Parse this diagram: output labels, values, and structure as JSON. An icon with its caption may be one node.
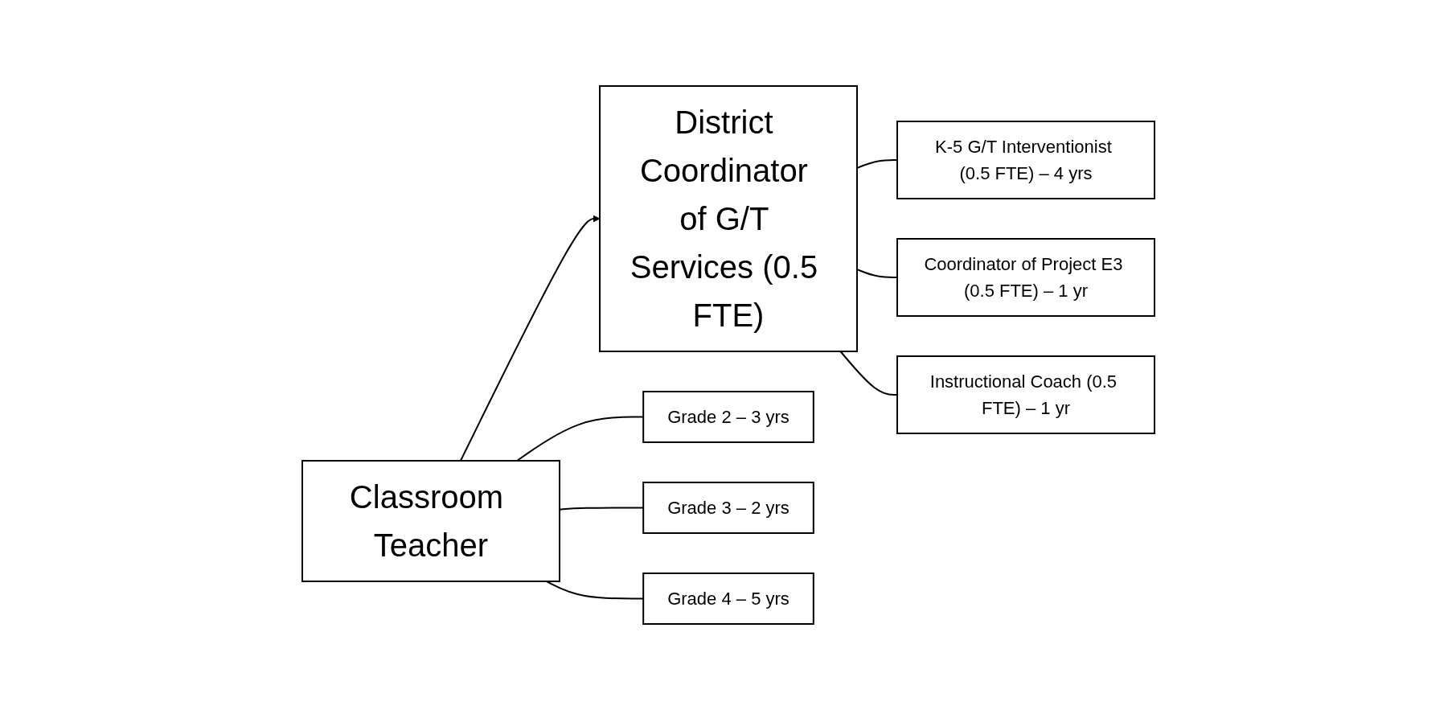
{
  "diagram": {
    "nodes": [
      {
        "text": [
          "Classroom Teacher"
        ]
      },
      {
        "text": [
          "District Coordinator of G/T Services (0.5 FTE)"
        ]
      },
      {
        "text": [
          "Grade 2 – 3 yrs"
        ]
      },
      {
        "text": [
          "Grade 3 – 2 yrs"
        ]
      },
      {
        "text": [
          "Grade 4 – 5 yrs"
        ]
      },
      {
        "text": [
          "K-5 G/T Interventionist (0.5 FTE) – 4 yrs"
        ]
      },
      {
        "text": [
          "Coordinator of Project E3 (0.5 FTE) – 1 yr"
        ]
      },
      {
        "text": [
          "Instructional Coach (0.5 FTE) – 1 yr"
        ]
      }
    ],
    "edges": [
      {
        "from": 0,
        "to": 1,
        "arrow": "to"
      },
      {
        "from": 0,
        "to": 2,
        "arrow": "none"
      },
      {
        "from": 0,
        "to": 3,
        "arrow": "none"
      },
      {
        "from": 0,
        "to": 4,
        "arrow": "none"
      },
      {
        "from": 1,
        "to": 5,
        "arrow": "none"
      },
      {
        "from": 1,
        "to": 6,
        "arrow": "none"
      },
      {
        "from": 1,
        "to": 7,
        "arrow": "none"
      }
    ]
  }
}
